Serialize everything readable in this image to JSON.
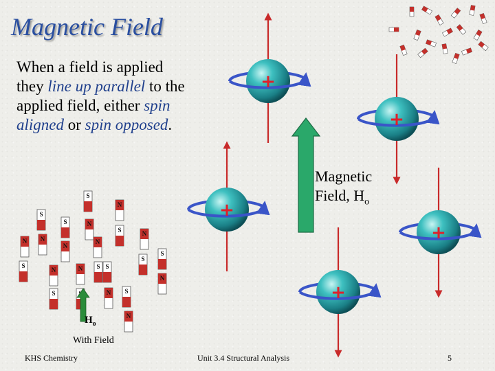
{
  "slide": {
    "title": "Magnetic Field",
    "body": {
      "part1": "When a field is applied they ",
      "em1": "line up parallel",
      "part2": " to the applied field, either ",
      "em2": "spin aligned",
      "part3": " or ",
      "em3": "spin opposed",
      "part4": "."
    },
    "field_label": {
      "main": "Magnetic Field, H",
      "sub": "o"
    },
    "ho_label": {
      "main": "H",
      "sub": "o"
    },
    "with_field": "With Field",
    "footer": {
      "left": "KHS Chemistry",
      "center": "Unit 3.4 Structural Analysis",
      "page": "5"
    }
  },
  "nucleus_charge": "+",
  "magnet_labels": {
    "north": "N",
    "south": "S"
  },
  "colors": {
    "title": "#2a4fa0",
    "emphasis": "#1f3f8c",
    "field_arrow": "#2aa86a",
    "spin_ring": "#3a55c8",
    "charge": "#e0202a",
    "axis_arrow": "#c82a2a",
    "magnet_red": "#c4302b"
  },
  "icons": [
    "nucleus-icon",
    "bar-magnet-icon",
    "field-arrow-icon",
    "spin-ring-icon"
  ]
}
